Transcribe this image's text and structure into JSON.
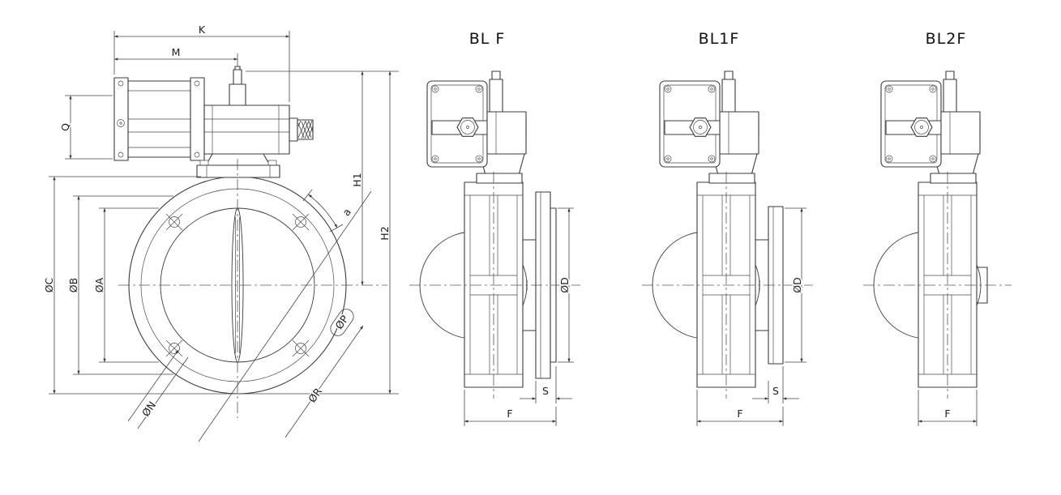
{
  "front_view": {
    "dim_k": "K",
    "dim_m": "M",
    "dim_q": "Q",
    "dim_dia_c": "ØC",
    "dim_dia_b": "ØB",
    "dim_dia_a": "ØA",
    "dim_dia_n": "ØN",
    "dim_dia_p": "ØP",
    "dim_dia_r": "ØR",
    "dim_h1": "H1",
    "dim_h2": "H2",
    "dim_angle_a": "a"
  },
  "views": [
    {
      "title": "BL F",
      "dim_dia_d": "ØD",
      "dim_s": "S",
      "dim_f": "F"
    },
    {
      "title": "BL1F",
      "dim_dia_d": "ØD",
      "dim_s": "S",
      "dim_f": "F"
    },
    {
      "title": "BL2F",
      "dim_f": "F"
    }
  ]
}
